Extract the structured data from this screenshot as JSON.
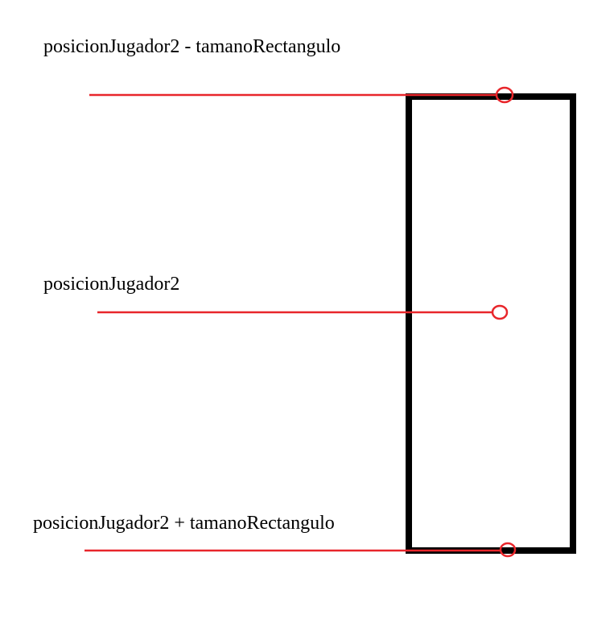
{
  "labels": {
    "top": "posicionJugador2 - tamanoRectangulo",
    "middle": "posicionJugador2",
    "bottom": "posicionJugador2 + tamanoRectangulo"
  },
  "colors": {
    "background": "#ffffff",
    "rectangle_stroke": "#000000",
    "marker_line": "#e8262b",
    "marker_circle": "#e8262b"
  },
  "shapes": {
    "rectangle": "black-outline-rectangle",
    "markers": [
      "horizontal-line",
      "circle"
    ]
  }
}
